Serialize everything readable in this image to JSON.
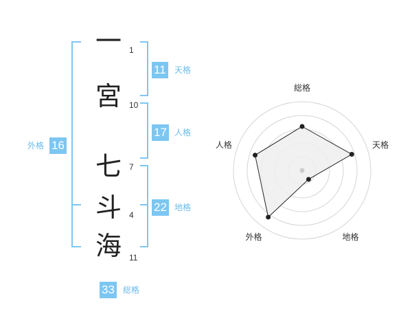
{
  "name": {
    "characters": [
      {
        "char": "一",
        "strokes": "1"
      },
      {
        "char": "宮",
        "strokes": "10"
      },
      {
        "char": "七",
        "strokes": "7"
      },
      {
        "char": "斗",
        "strokes": "4"
      },
      {
        "char": "海",
        "strokes": "11"
      }
    ]
  },
  "fortunes": {
    "tenkaku": {
      "label": "天格",
      "value": "11"
    },
    "jinkaku": {
      "label": "人格",
      "value": "17"
    },
    "chikaku": {
      "label": "地格",
      "value": "22"
    },
    "gaikaku": {
      "label": "外格",
      "value": "16"
    },
    "soukaku": {
      "label": "総格",
      "value": "33"
    }
  },
  "chart_data": {
    "type": "radar",
    "axes": [
      "総格",
      "天格",
      "地格",
      "外格",
      "人格"
    ],
    "values": [
      0.8,
      0.95,
      0.2,
      1.05,
      0.9
    ],
    "range": [
      0,
      1.25
    ],
    "rings": 5,
    "colors": {
      "fill": "#efefef",
      "ring": "#d4d4d4",
      "line": "#222222",
      "center": "#cccccc"
    }
  },
  "colors": {
    "accent": "#7cc6f2"
  }
}
